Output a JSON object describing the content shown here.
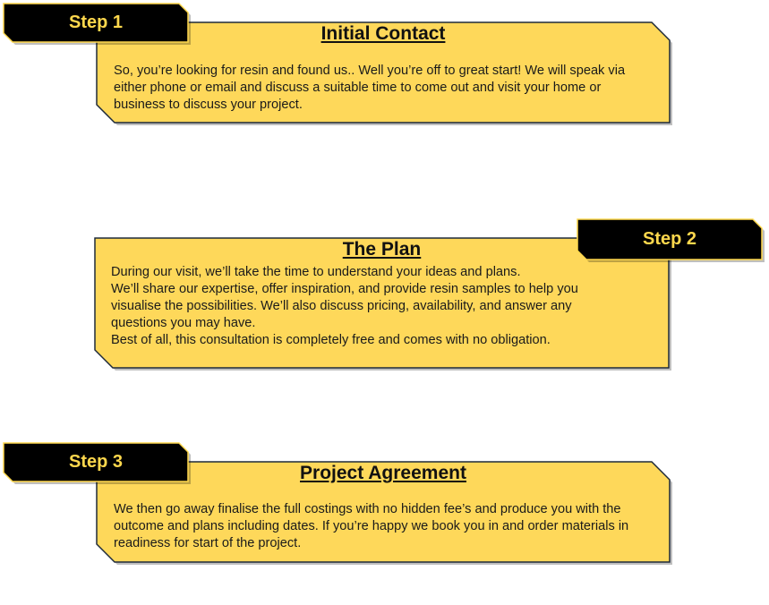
{
  "colors": {
    "card_fill": "#fed85a",
    "card_stroke": "#1e2a3a",
    "tag_fill": "#000000",
    "tag_stroke": "#ffd84d",
    "tag_text": "#ffd84d"
  },
  "steps": [
    {
      "tag": "Step 1",
      "title": "Initial Contact",
      "body": [
        "So, you’re looking for resin and found us.. Well you’re off to great start! We will speak via either phone or email and discuss a suitable time to come out and visit your home or business to discuss your project."
      ]
    },
    {
      "tag": "Step 2",
      "title": "The Plan",
      "body": [
        "During our visit, we’ll take the time to understand your ideas and plans.",
        "We’ll share our expertise, offer inspiration, and provide resin samples to help you visualise the possibilities. We’ll also discuss pricing, availability, and answer any questions you may have.",
        "Best of all, this consultation is completely free and comes with no obligation."
      ]
    },
    {
      "tag": "Step 3",
      "title": "Project Agreement",
      "body": [
        "We then go away finalise the full costings with no hidden fee’s and produce you with the outcome and plans including dates. If you’re happy we book you in and order materials in readiness for start of the project."
      ]
    }
  ]
}
